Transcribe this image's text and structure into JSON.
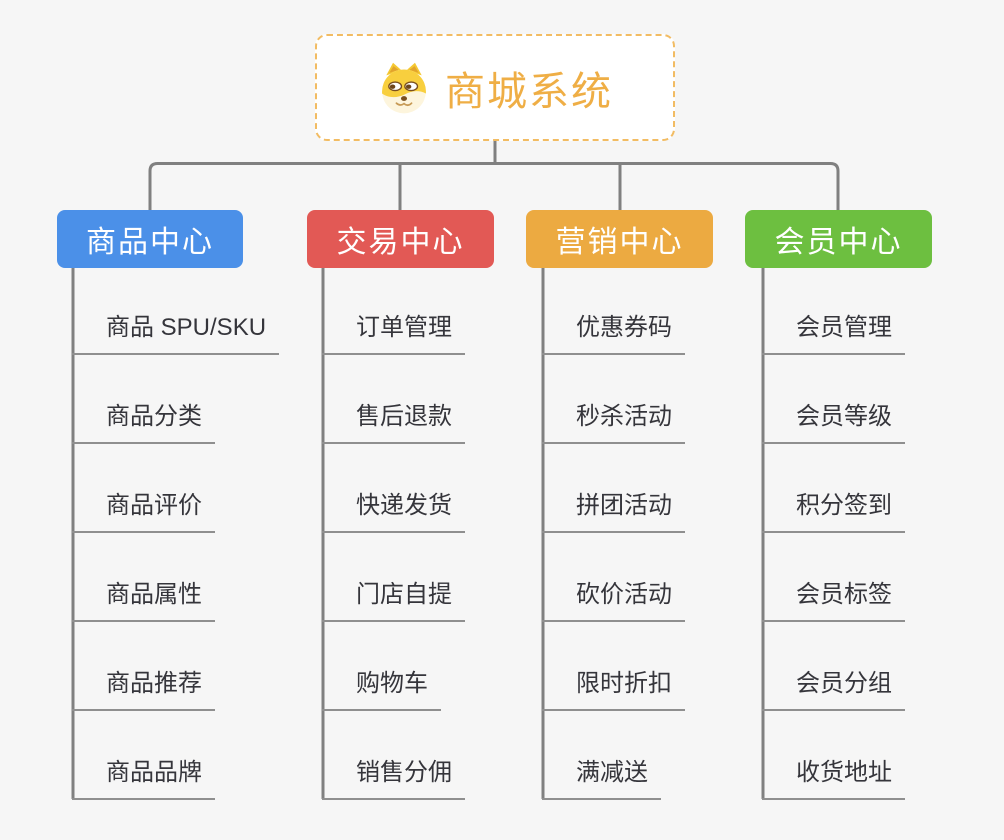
{
  "root": {
    "title": "商城系统",
    "icon": "dog-face-icon"
  },
  "branches": [
    {
      "label": "商品中心",
      "color": "#4b90e8",
      "children": [
        "商品 SPU/SKU",
        "商品分类",
        "商品评价",
        "商品属性",
        "商品推荐",
        "商品品牌"
      ]
    },
    {
      "label": "交易中心",
      "color": "#e25955",
      "children": [
        "订单管理",
        "售后退款",
        "快递发货",
        "门店自提",
        "购物车",
        "销售分佣"
      ]
    },
    {
      "label": "营销中心",
      "color": "#ecaa41",
      "children": [
        "优惠券码",
        "秒杀活动",
        "拼团活动",
        "砍价活动",
        "限时折扣",
        "满减送"
      ]
    },
    {
      "label": "会员中心",
      "color": "#6dbf40",
      "children": [
        "会员管理",
        "会员等级",
        "积分签到",
        "会员标签",
        "会员分组",
        "收货地址"
      ]
    }
  ],
  "colors": {
    "background": "#f6f6f6",
    "connector": "#808080",
    "underline": "#8f8f8f",
    "root_text": "#efae45",
    "root_border": "#f2bc63",
    "child_text": "#35353b"
  }
}
